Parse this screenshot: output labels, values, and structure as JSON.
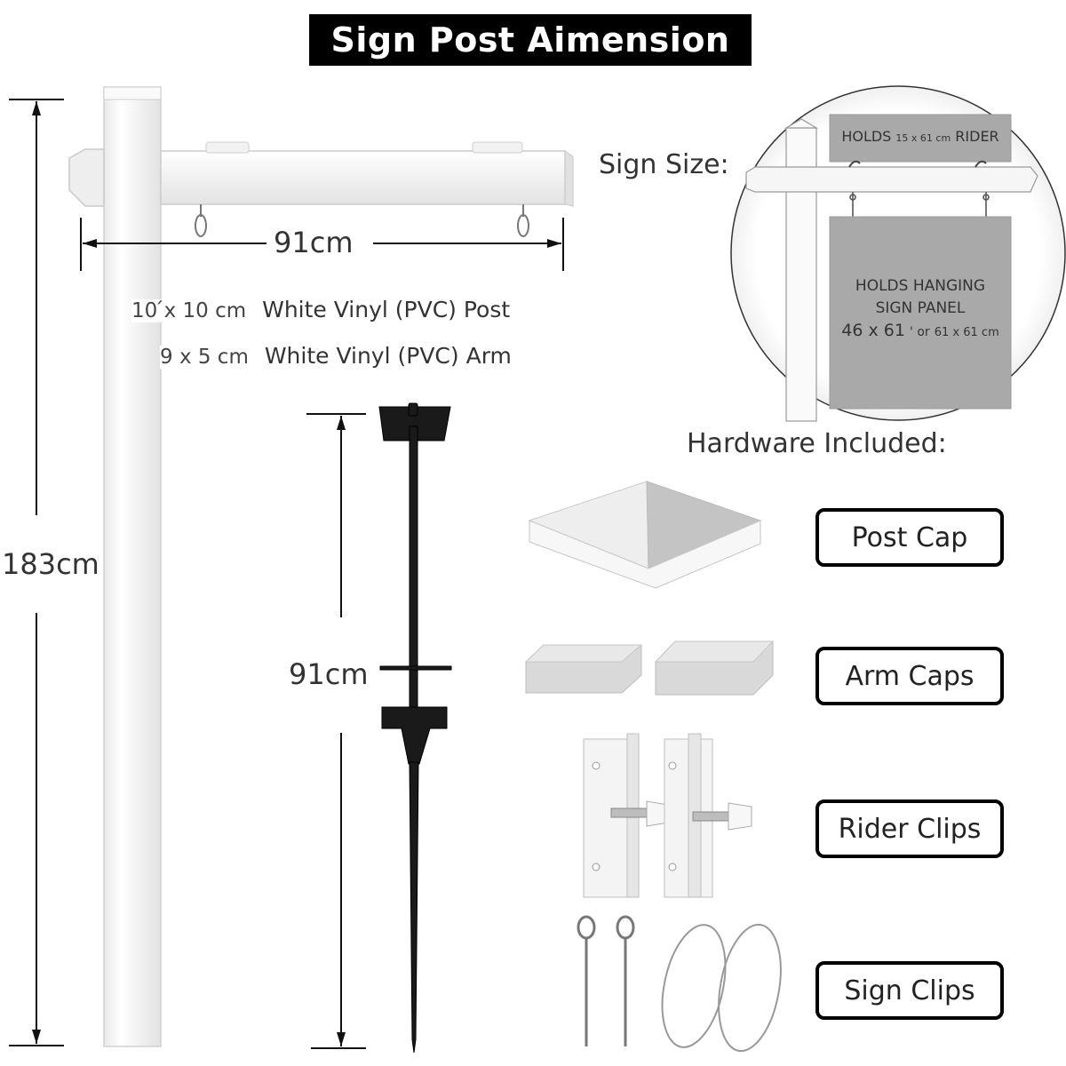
{
  "title": "Sign Post Aimension",
  "dimensions": {
    "post_height": "183cm",
    "arm_length": "91cm",
    "stake_length": "91cm"
  },
  "specs": [
    {
      "size": "10 ́x 10 cm",
      "desc": "White Vinyl (PVC) Post"
    },
    {
      "size": "9 x 5 cm",
      "desc": "White Vinyl (PVC) Arm"
    }
  ],
  "sign_size": {
    "label": "Sign Size:",
    "rider_prefix": "HOLDS",
    "rider_size": "15 x 61 cm",
    "rider_suffix": "RIDER",
    "panel_line1": "HOLDS HANGING",
    "panel_line2": "SIGN PANEL",
    "panel_size_a": "46 x 61",
    "panel_or": "' or",
    "panel_size_b": "61 x 61 cm"
  },
  "hardware": {
    "heading": "Hardware Included:",
    "items": [
      {
        "label": "Post Cap",
        "icon": "post-cap-icon"
      },
      {
        "label": "Arm Caps",
        "icon": "arm-caps-icon"
      },
      {
        "label": "Rider Clips",
        "icon": "rider-clips-icon"
      },
      {
        "label": "Sign Clips",
        "icon": "sign-clips-icon"
      }
    ]
  },
  "colors": {
    "title_bg": "#000000",
    "title_fg": "#ffffff",
    "vinyl": "#f4f4f4",
    "stake": "#1a1a1a",
    "panel_gray": "#a9a9a9"
  }
}
